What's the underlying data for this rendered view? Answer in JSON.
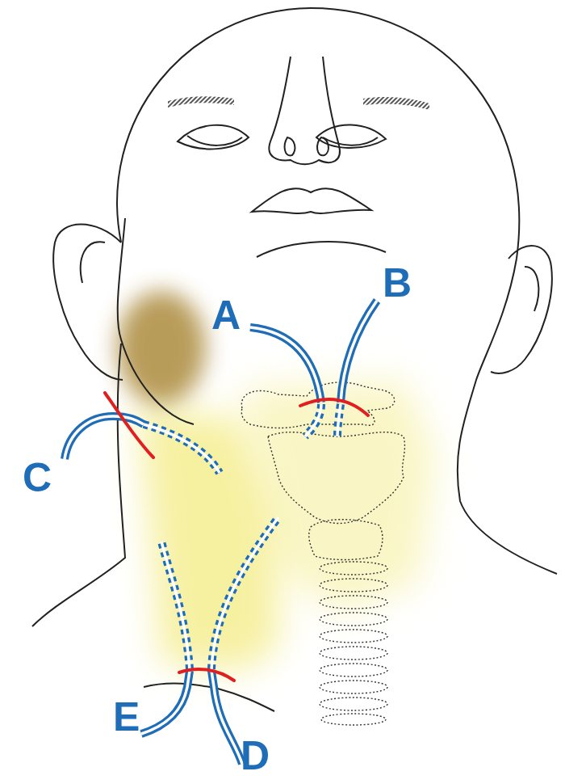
{
  "diagram": {
    "labels": [
      "A",
      "B",
      "C",
      "E",
      "D"
    ]
  }
}
